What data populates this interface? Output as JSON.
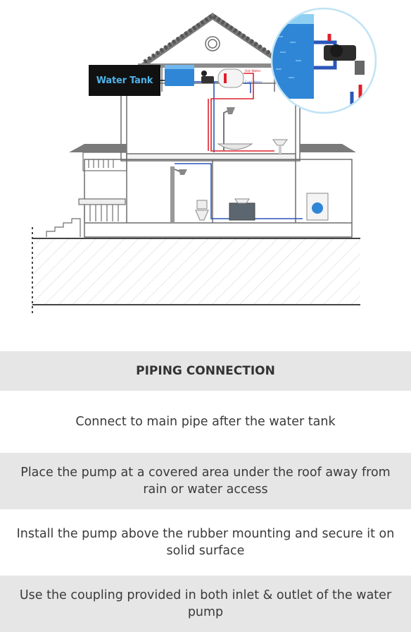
{
  "diagram": {
    "tank_label": "Water Tank",
    "heater_labels": {
      "hot": "Hot Water",
      "cold": "Cold Water"
    },
    "colors": {
      "hot_pipe": "#e0202a",
      "cold_pipe": "#2a56b8",
      "tank": "#2f86d6",
      "line": "#6e6e6e"
    }
  },
  "instructions": {
    "title": "PIPING CONNECTION",
    "steps": [
      "Connect to main pipe after the water tank",
      "Place the pump at a covered area under the roof away from rain or water access",
      "Install the pump above the rubber mounting and secure it on solid surface",
      "Use the coupling provided in both inlet & outlet of the water pump"
    ]
  }
}
